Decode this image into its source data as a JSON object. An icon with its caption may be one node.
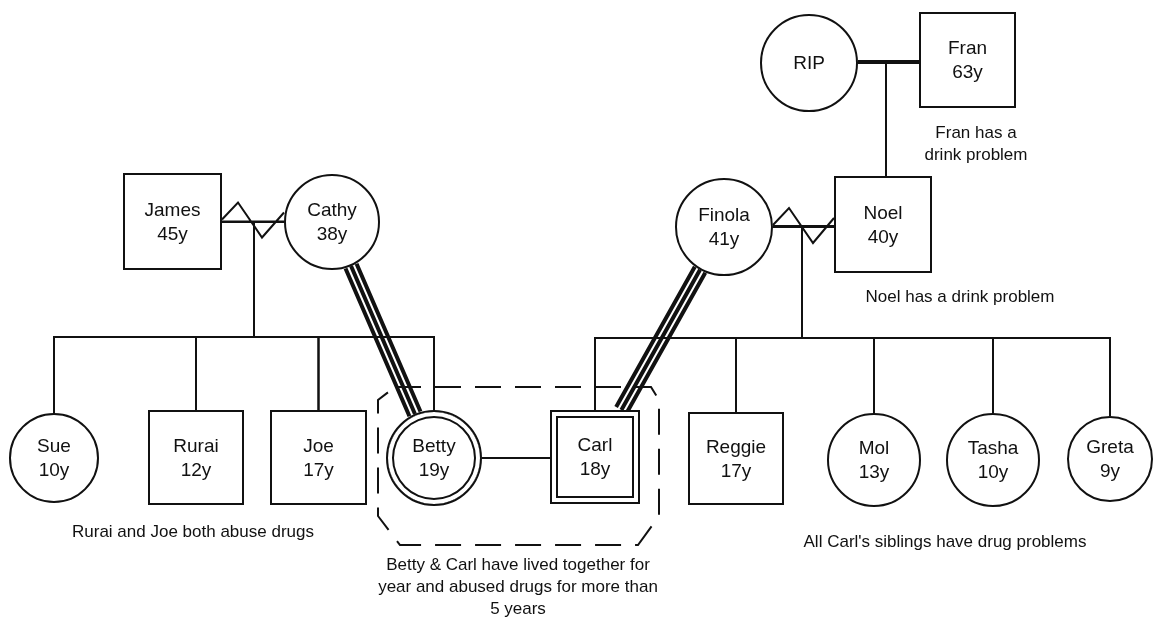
{
  "diagram": {
    "nodes": [
      {
        "text": [
          "RIP"
        ]
      },
      {
        "text": [
          "Fran 63y"
        ],
        "beside": [
          "Fran has a drink problem"
        ]
      },
      {
        "text": [
          "James 45y"
        ]
      },
      {
        "text": [
          "Cathy 38y"
        ]
      },
      {
        "text": [
          "Finola 41y"
        ]
      },
      {
        "text": [
          "Noel 40y"
        ],
        "beside": [
          "Noel has a drink problem"
        ]
      },
      {
        "text": [
          "Sue 10y"
        ]
      },
      {
        "text": [
          "Rurai 12y"
        ]
      },
      {
        "text": [
          "Joe 17y"
        ]
      },
      {
        "text": [],
        "shape": "box",
        "beside": [
          "Betty & Carl have lived together for year and abused drugs for more than 5 years"
        ]
      },
      {
        "text": [
          "Betty 19y"
        ],
        "in": 9
      },
      {
        "text": [
          "Carl 18y"
        ],
        "in": 9
      },
      {
        "text": [
          "Reggie 17y"
        ]
      },
      {
        "text": [
          "Mol 13y"
        ]
      },
      {
        "text": [
          "Tasha 10y"
        ]
      },
      {
        "text": [
          "Greta 9y"
        ]
      }
    ],
    "edges": [
      {
        "from": 0,
        "to": 1,
        "arrow": "none"
      },
      {
        "from": 0,
        "to": 5,
        "arrow": "none"
      },
      {
        "from": 1,
        "to": 5,
        "arrow": "none"
      },
      {
        "from": 2,
        "to": 3,
        "arrow": "none"
      },
      {
        "from": 4,
        "to": 5,
        "arrow": "none"
      },
      {
        "from": 2,
        "to": 6,
        "arrow": "none"
      },
      {
        "from": 2,
        "to": 7,
        "arrow": "none"
      },
      {
        "from": 2,
        "to": 8,
        "arrow": "none"
      },
      {
        "from": 2,
        "to": 10,
        "arrow": "none"
      },
      {
        "from": 3,
        "to": 6,
        "arrow": "none"
      },
      {
        "from": 3,
        "to": 7,
        "arrow": "none"
      },
      {
        "from": 3,
        "to": 8,
        "arrow": "none"
      },
      {
        "from": 3,
        "to": 10,
        "arrow": "none"
      },
      {
        "from": 3,
        "to": 10,
        "arrow": "none",
        "style": "thick"
      },
      {
        "from": 4,
        "to": 11,
        "arrow": "none"
      },
      {
        "from": 4,
        "to": 12,
        "arrow": "none"
      },
      {
        "from": 4,
        "to": 13,
        "arrow": "none"
      },
      {
        "from": 4,
        "to": 14,
        "arrow": "none"
      },
      {
        "from": 4,
        "to": 15,
        "arrow": "none"
      },
      {
        "from": 5,
        "to": 11,
        "arrow": "none"
      },
      {
        "from": 5,
        "to": 12,
        "arrow": "none"
      },
      {
        "from": 5,
        "to": 13,
        "arrow": "none"
      },
      {
        "from": 5,
        "to": 14,
        "arrow": "none"
      },
      {
        "from": 5,
        "to": 15,
        "arrow": "none"
      },
      {
        "from": 4,
        "to": 11,
        "arrow": "none",
        "style": "thick"
      },
      {
        "from": 10,
        "to": 11,
        "arrow": "none"
      }
    ],
    "labels": [
      "Rurai and Joe both abuse drugs",
      "All Carl's siblings have drug problems"
    ]
  }
}
